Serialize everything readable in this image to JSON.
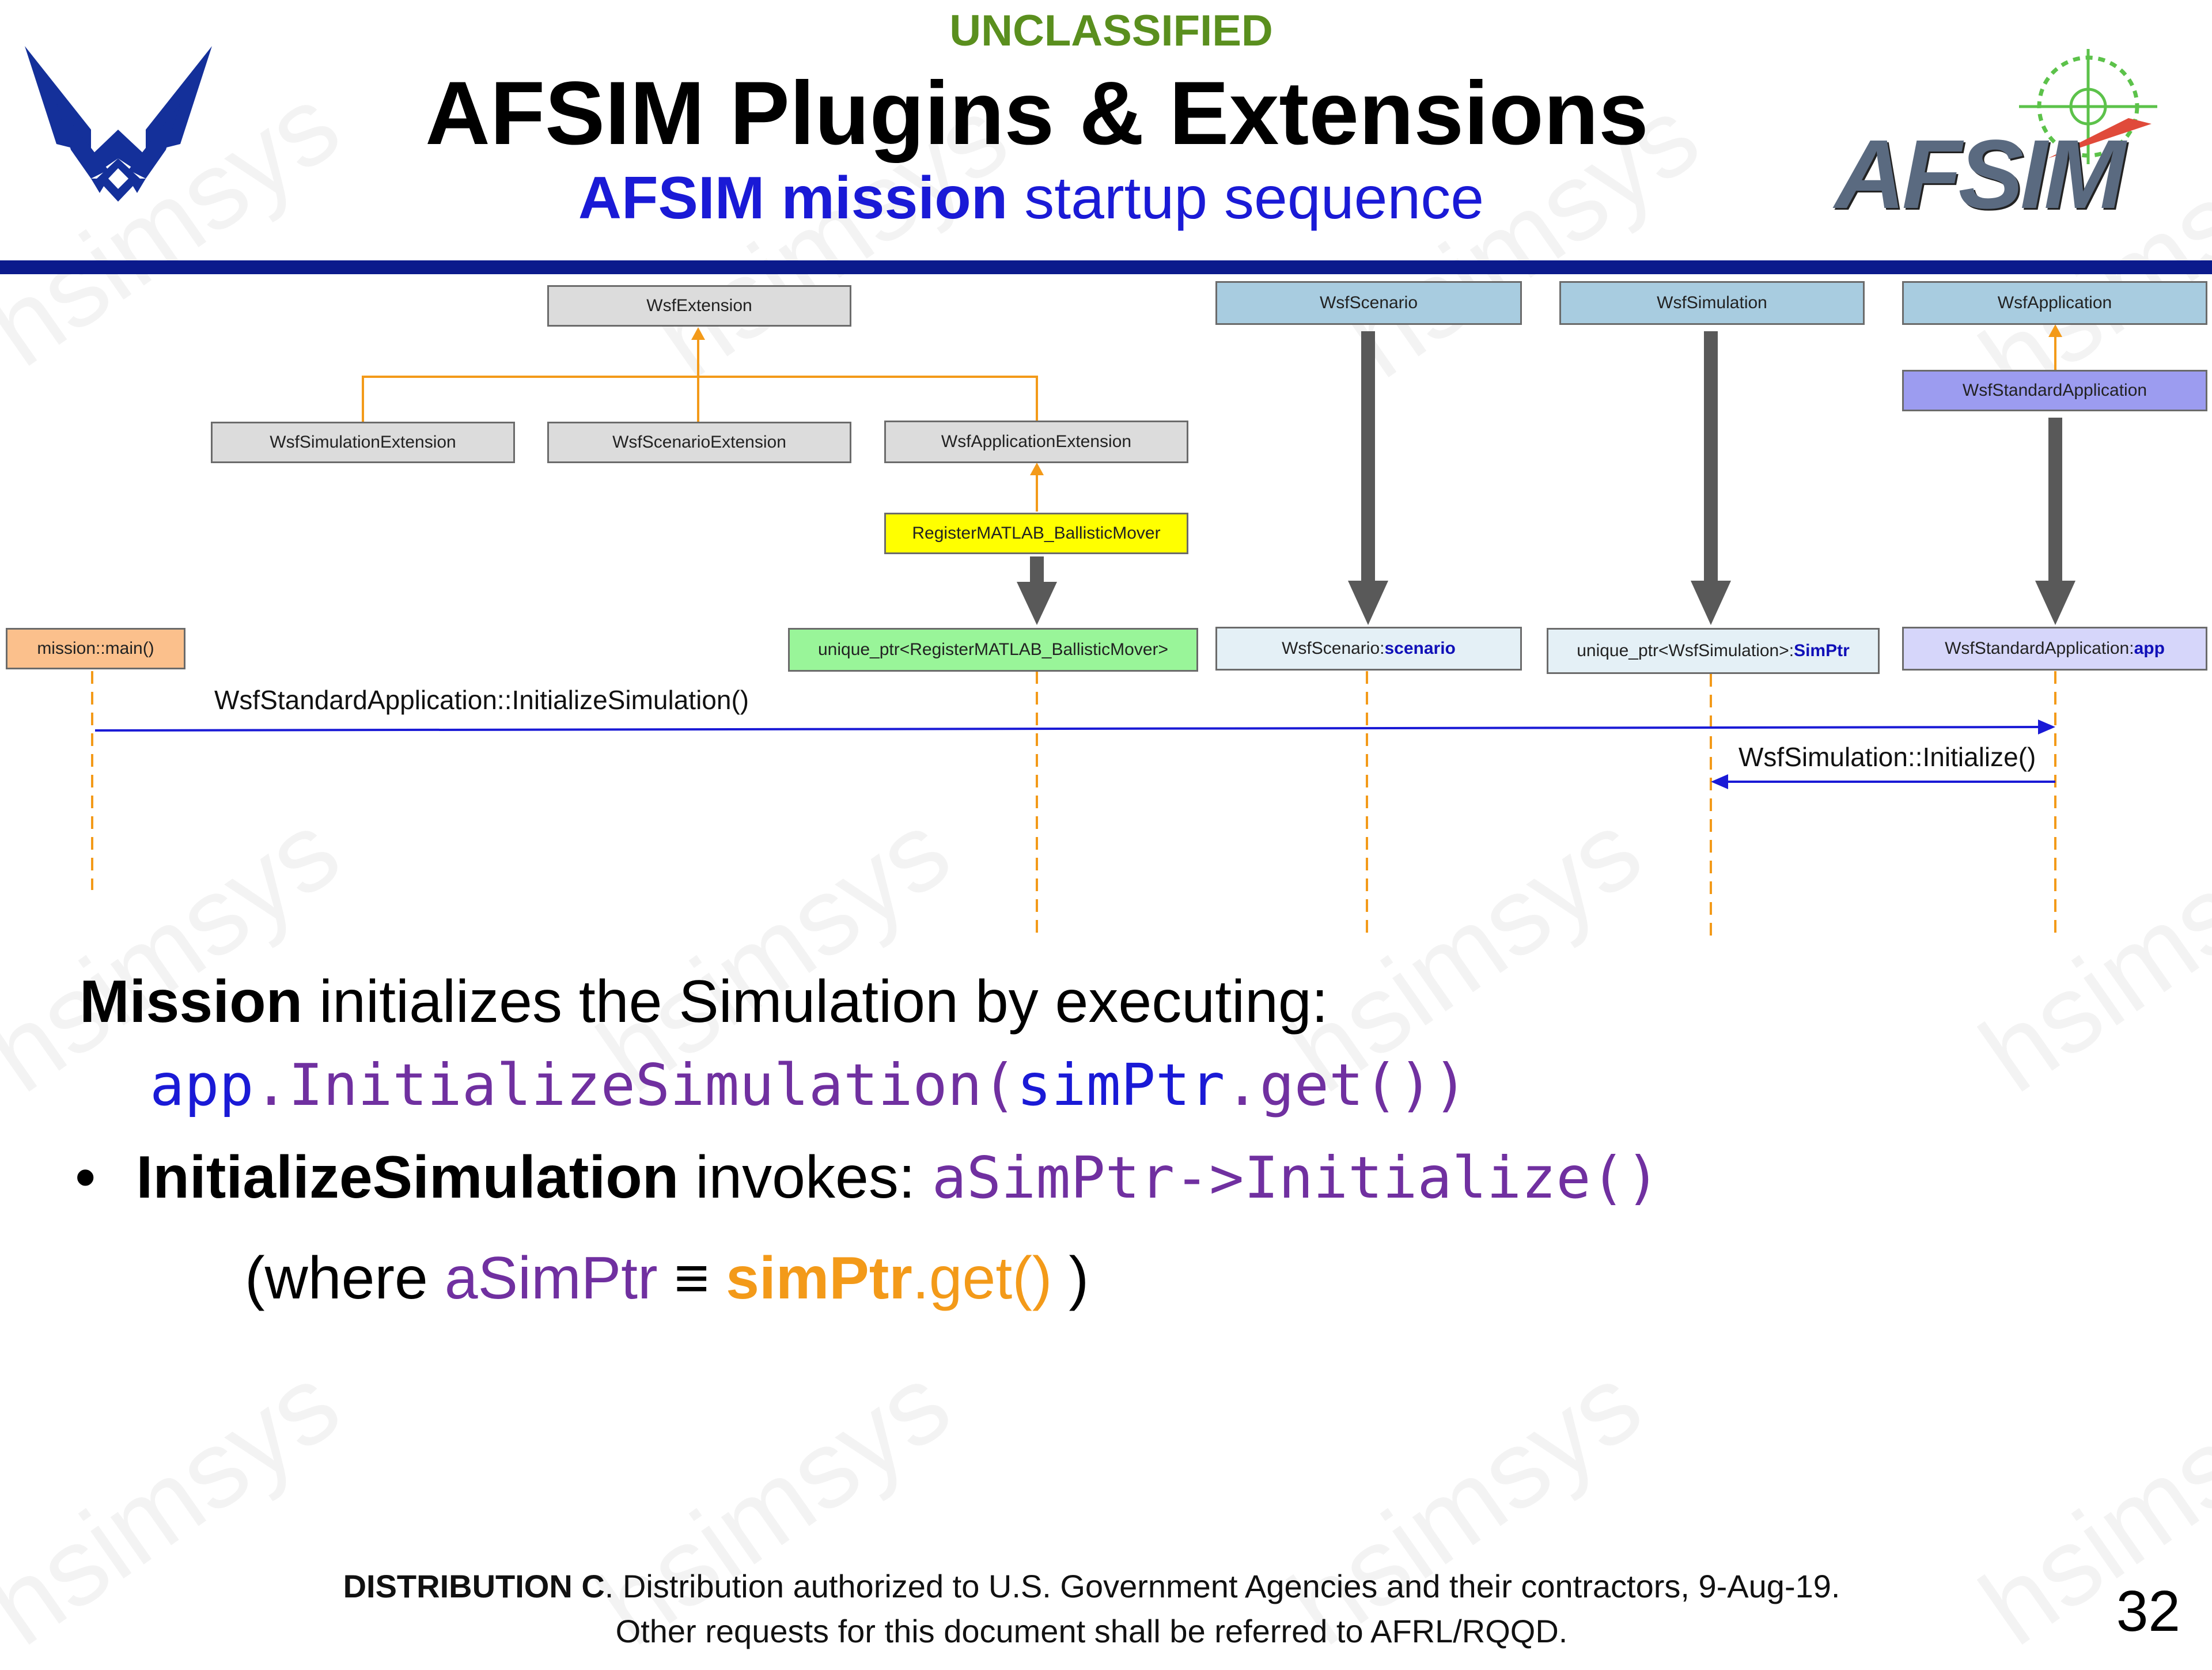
{
  "header": {
    "classification": "UNCLASSIFIED",
    "title": "AFSIM Plugins & Extensions",
    "subtitle_bold": "AFSIM mission",
    "subtitle_rest": " startup sequence",
    "left_logo_icon": "air-force-wings-icon",
    "right_logo_icon": "afsim-logo-icon",
    "right_logo_text": "AFSIM",
    "watermark": "hsimsys"
  },
  "diagram": {
    "classes": {
      "wsf_extension": "WsfExtension",
      "wsf_simulation_extension": "WsfSimulationExtension",
      "wsf_scenario_extension": "WsfScenarioExtension",
      "wsf_application_extension": "WsfApplicationExtension",
      "register_matlab": "RegisterMATLAB_BallisticMover",
      "wsf_scenario": "WsfScenario",
      "wsf_simulation": "WsfSimulation",
      "wsf_application": "WsfApplication",
      "wsf_standard_application": "WsfStandardApplication"
    },
    "instances": {
      "main": "mission::main()",
      "unique_ptr_register": "unique_ptr<RegisterMATLAB_BallisticMover>",
      "scenario_type": "WsfScenario: ",
      "scenario_name": "scenario",
      "simptr_type": "unique_ptr<WsfSimulation>: ",
      "simptr_name": "SimPtr",
      "app_type": "WsfStandardApplication: ",
      "app_name": "app"
    },
    "messages": {
      "initialize_simulation": "WsfStandardApplication::InitializeSimulation()",
      "simulation_initialize": "WsfSimulation::Initialize()"
    },
    "colors": {
      "inheritance_arrow": "#f39a19",
      "message_arrow": "#1a1ad6",
      "instantiation_arrow": "#595959"
    }
  },
  "body": {
    "line1_bold": "Mission",
    "line1_rest": " initializes the Simulation by executing:",
    "code_app": "app",
    "code_dot": ".",
    "code_method": "InitializeSimulation(",
    "code_simptr": "simPtr",
    "code_get": ".get())",
    "bullet": "•",
    "bullet_bold": "InitializeSimulation",
    "bullet_rest": " invokes: ",
    "bullet_code": "aSimPtr->Initialize()",
    "where_open": "(where ",
    "where_asimptr": "aSimPtr",
    "where_equiv": " ≡  ",
    "where_simptr": "simPtr",
    "where_get": ".get()",
    "where_close": " )"
  },
  "footer": {
    "dist_bold": "DISTRIBUTION C",
    "dist_rest": ". Distribution authorized to U.S. Government Agencies and their contractors, 9-Aug-19.",
    "line2": "Other requests for this document shall be referred to AFRL/RQQD.",
    "page_number": "32"
  }
}
